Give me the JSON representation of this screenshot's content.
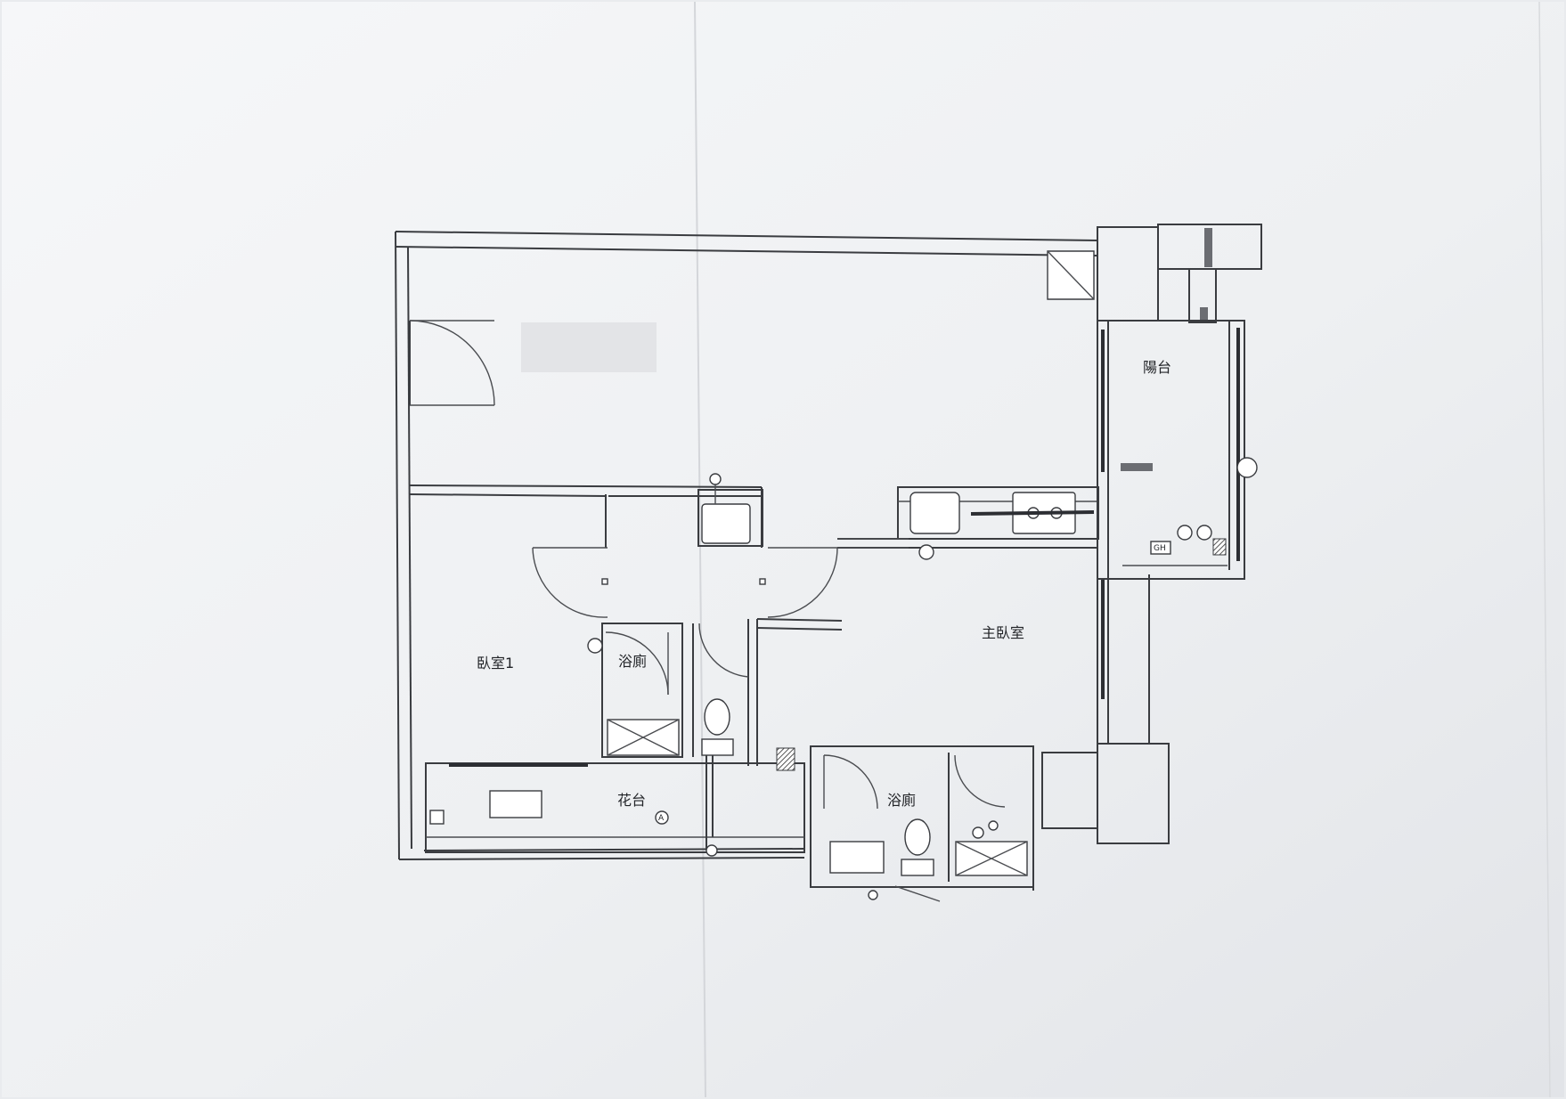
{
  "plan": {
    "rooms": {
      "bedroom1": "臥室1",
      "master_bedroom": "主臥室",
      "balcony": "陽台",
      "bathroom_a": "浴廁",
      "bathroom_b": "浴廁",
      "planter": "花台"
    },
    "markers": {
      "section_marker": "A",
      "gas_heater_tag": "GH"
    }
  },
  "colors": {
    "paper": "#f4f5f7",
    "line": "#3a3c40",
    "redaction": "#e3e4e7"
  }
}
